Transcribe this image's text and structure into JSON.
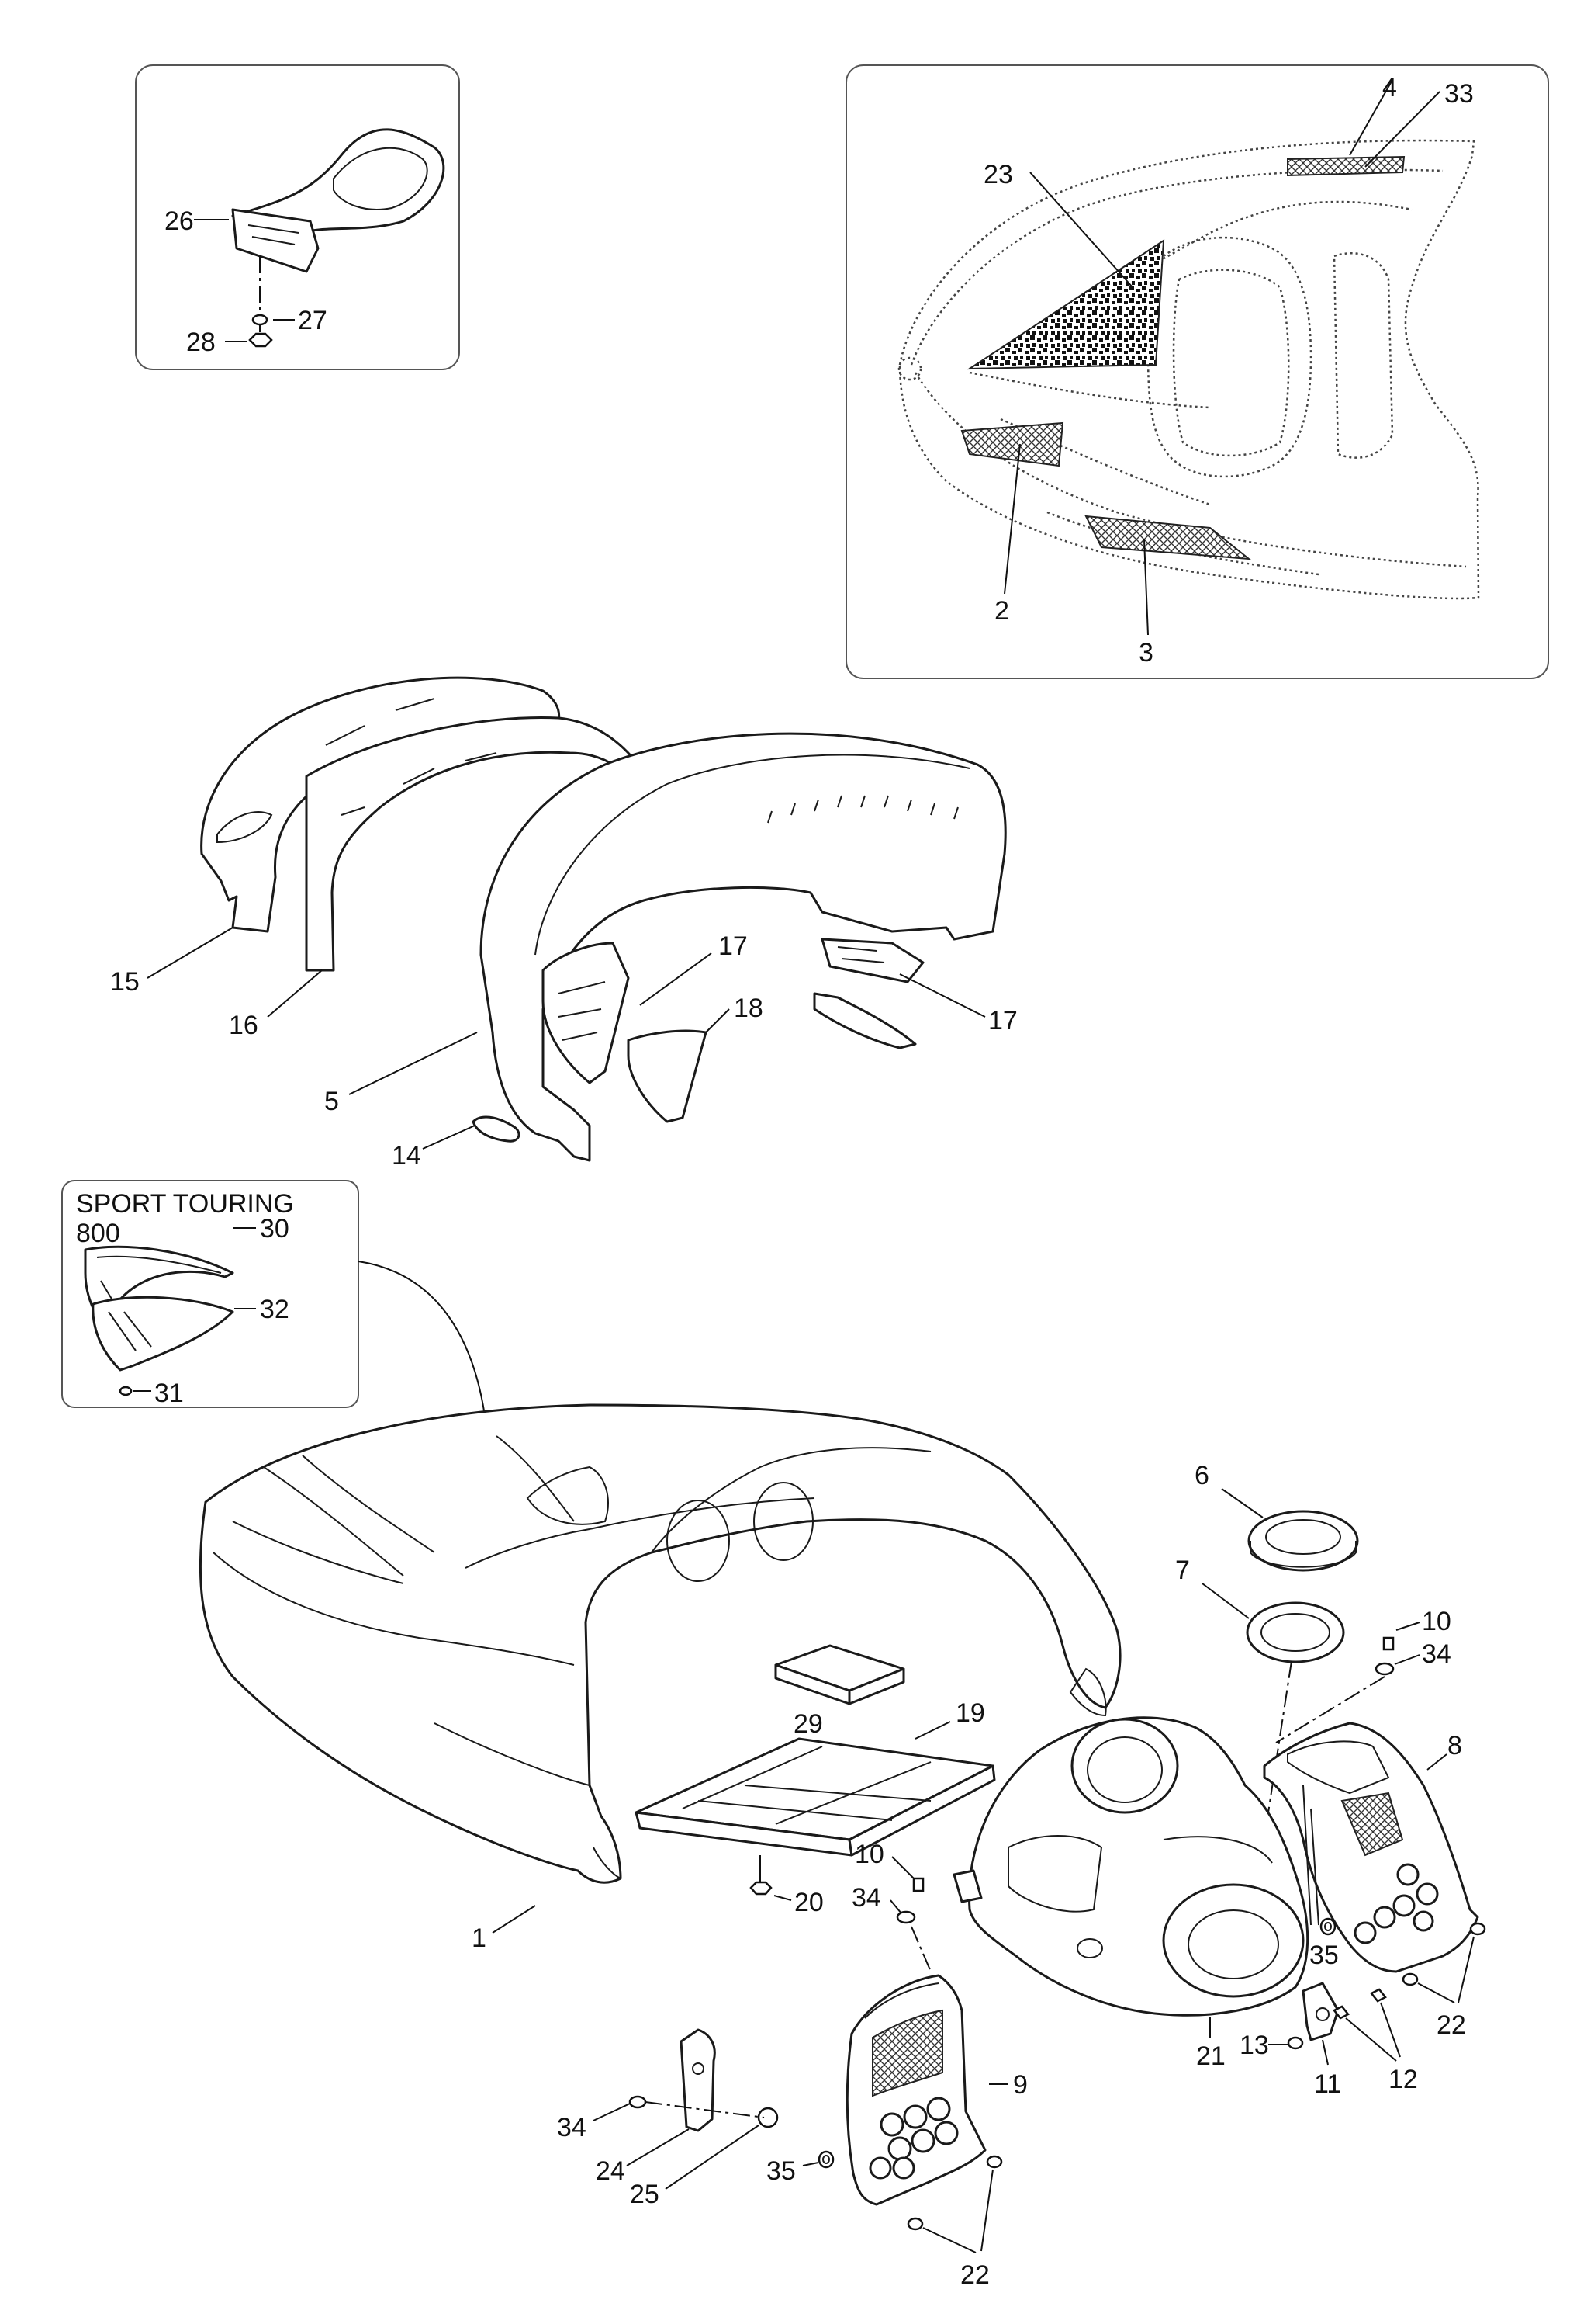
{
  "insets": {
    "sport_touring": {
      "caption_line1": "SPORT TOURING",
      "caption_line2": "800"
    }
  },
  "callouts": {
    "c1": "1",
    "c2": "2",
    "c3": "3",
    "c4": "4",
    "c5": "5",
    "c6": "6",
    "c7": "7",
    "c8": "8",
    "c9": "9",
    "c10a": "10",
    "c10b": "10",
    "c11": "11",
    "c12": "12",
    "c13": "13",
    "c14": "14",
    "c15": "15",
    "c16": "16",
    "c17a": "17",
    "c17b": "17",
    "c18": "18",
    "c19": "19",
    "c20": "20",
    "c21": "21",
    "c22a": "22",
    "c22b": "22",
    "c23": "23",
    "c24": "24",
    "c25": "25",
    "c26": "26",
    "c27": "27",
    "c28": "28",
    "c29": "29",
    "c30": "30",
    "c31": "31",
    "c32": "32",
    "c33": "33",
    "c34a": "34",
    "c34b": "34",
    "c34c": "34",
    "c35a": "35",
    "c35b": "35"
  }
}
